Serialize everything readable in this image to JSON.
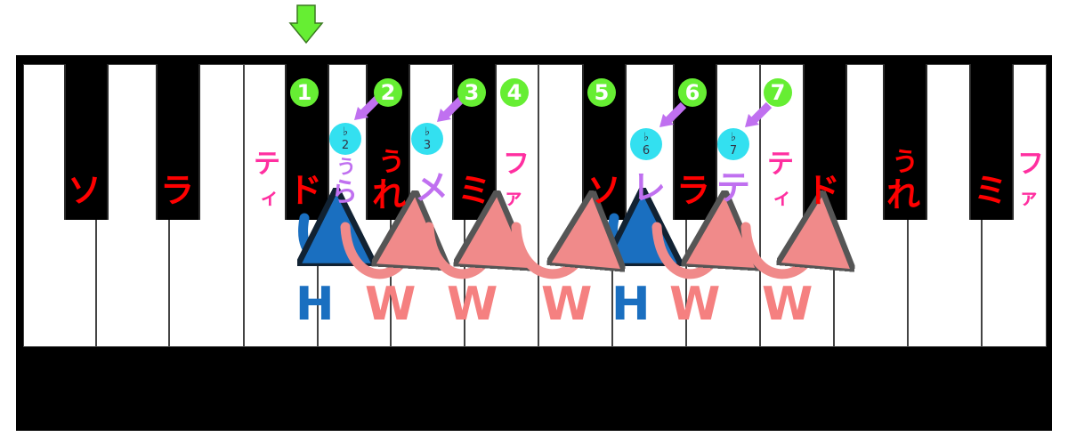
{
  "colors": {
    "note_red": "#ff0000",
    "note_pink": "#ff2fa0",
    "note_purple": "#c070f0",
    "degree_green": "#66ee33",
    "flat_cyan": "#33e0f0",
    "half_blue": "#1a6fc0",
    "whole_salmon": "#f58080"
  },
  "icons": {
    "start_arrow": "green-down-arrow-icon",
    "flat_pointer": "purple-arrow-icon"
  },
  "notes": {
    "so1": "ソ",
    "ra1": "ラ",
    "ti1": "テ",
    "ti1b": "ィ",
    "do1": "ド",
    "ura": "う",
    "ura2": "ら",
    "ure": "う",
    "ure2": "れ",
    "me": "メ",
    "mi1": "ミ",
    "fa1": "フ",
    "fa1b": "ァ",
    "so2": "ソ",
    "le": "レ",
    "ra2": "ラ",
    "te": "テ",
    "ti2": "テ",
    "ti2b": "ィ",
    "do2": "ド",
    "re3": "う",
    "re3b": "れ",
    "mi2": "ミ",
    "fa2": "フ",
    "fa2b": "ァ"
  },
  "degrees": [
    "1",
    "2",
    "3",
    "4",
    "5",
    "6",
    "7"
  ],
  "flats": [
    {
      "sym": "♭",
      "num": "2"
    },
    {
      "sym": "♭",
      "num": "3"
    },
    {
      "sym": "♭",
      "num": "6"
    },
    {
      "sym": "♭",
      "num": "7"
    }
  ],
  "steps": [
    "H",
    "W",
    "W",
    "W",
    "H",
    "W",
    "W"
  ]
}
